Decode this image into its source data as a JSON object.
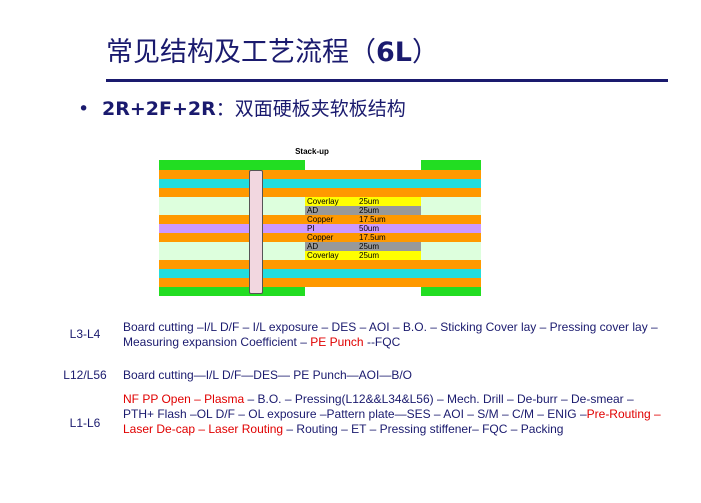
{
  "title": {
    "text": "常见结构及工艺流程（",
    "bold": "6L",
    "close": "）"
  },
  "bullet": {
    "dot": "•",
    "bold": "2R+2F+2R",
    "rest": "：双面硬板夹软板结构"
  },
  "stackup": {
    "title": "Stack-up",
    "colors": {
      "green": "#22dd22",
      "orange": "#ff9900",
      "cyan": "#22dddd",
      "lightgreen": "#ddffdd",
      "purple": "#cc99ff",
      "yellow": "#ffff00",
      "gray": "#999999"
    },
    "labels": [
      {
        "name": "Coverlay",
        "value": "25um"
      },
      {
        "name": "AD",
        "value": "25um"
      },
      {
        "name": "Copper",
        "value": "17.5um"
      },
      {
        "name": "PI",
        "value": "50um"
      },
      {
        "name": "Copper",
        "value": "17.5um"
      },
      {
        "name": "AD",
        "value": "25um"
      },
      {
        "name": "Coverlay",
        "value": "25um"
      }
    ]
  },
  "rows": [
    {
      "label": "L3-L4",
      "segments": [
        {
          "text": "Board cutting –I/L D/F – I/L exposure – DES – AOI – B.O. – Sticking Cover lay – Pressing cover lay – Measuring expansion Coefficient – ",
          "red": false
        },
        {
          "text": "PE Punch",
          "red": true
        },
        {
          "text": " --FQC",
          "red": false
        }
      ]
    },
    {
      "label": "L12/L56",
      "segments": [
        {
          "text": "Board cutting—I/L D/F—DES— PE Punch—AOI—B/O",
          "red": false
        }
      ]
    },
    {
      "label": "L1-L6",
      "segments": [
        {
          "text": "NF PP Open – Plasma",
          "red": true
        },
        {
          "text": " – B.O. – Pressing(L12&&L34&L56) – Mech. Drill – De-burr – De-smear –  PTH+ Flash –OL D/F –  OL exposure –Pattern plate—SES –  AOI –  S/M – C/M – ENIG –",
          "red": false
        },
        {
          "text": "Pre-Routing – Laser De-cap – Laser Routing",
          "red": true
        },
        {
          "text": " – Routing – ET – Pressing stiffener– FQC – Packing",
          "red": false
        }
      ]
    }
  ]
}
